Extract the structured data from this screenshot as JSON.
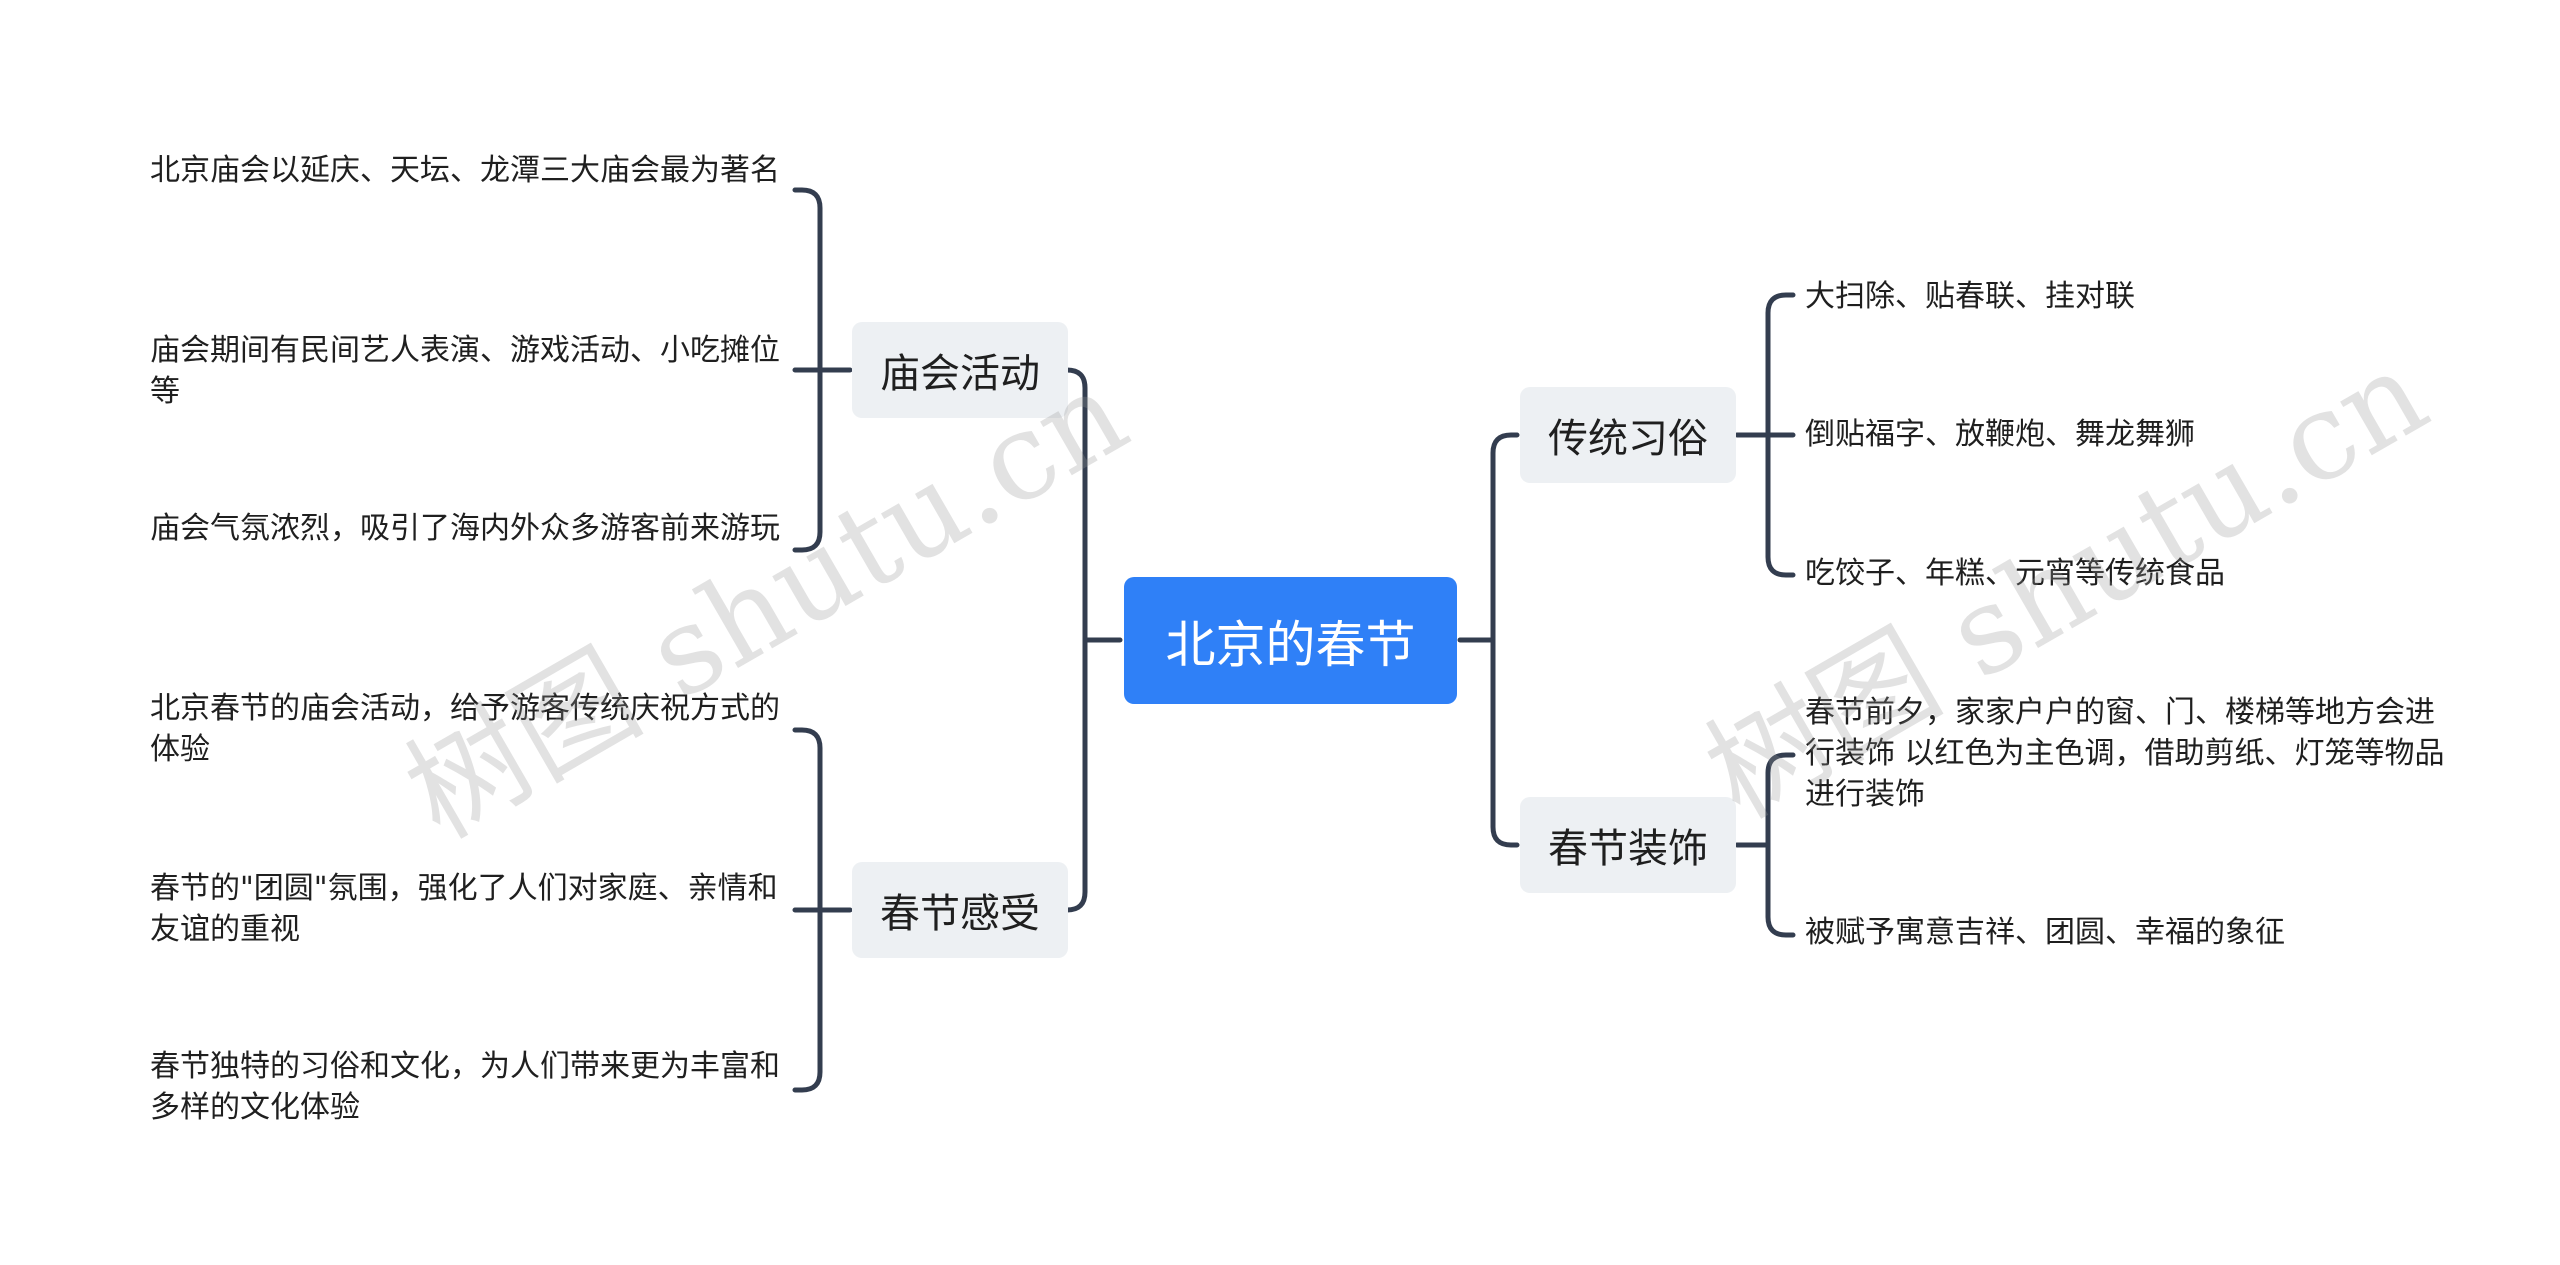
{
  "root": {
    "label": "北京的春节"
  },
  "left": [
    {
      "label": "庙会活动",
      "items": [
        "北京庙会以延庆、天坛、龙潭三大庙会最为著名",
        "庙会期间有民间艺人表演、游戏活动、小吃摊位等",
        "庙会气氛浓烈，吸引了海内外众多游客前来游玩"
      ]
    },
    {
      "label": "春节感受",
      "items": [
        "北京春节的庙会活动，给予游客传统庆祝方式的体验",
        "春节的\"团圆\"氛围，强化了人们对家庭、亲情和友谊的重视",
        "春节独特的习俗和文化，为人们带来更为丰富和多样的文化体验"
      ]
    }
  ],
  "right": [
    {
      "label": "传统习俗",
      "items": [
        "大扫除、贴春联、挂对联",
        "倒贴福字、放鞭炮、舞龙舞狮",
        "吃饺子、年糕、元宵等传统食品"
      ]
    },
    {
      "label": "春节装饰",
      "items": [
        "春节前夕，家家户户的窗、门、楼梯等地方会进行装饰 以红色为主色调，借助剪纸、灯笼等物品进行装饰",
        "被赋予寓意吉祥、团圆、幸福的象征"
      ]
    }
  ],
  "watermark": "树图 shutu.cn",
  "colors": {
    "root": "#2f80f7",
    "branch_bg": "#edf0f3",
    "line": "#333d4f"
  }
}
